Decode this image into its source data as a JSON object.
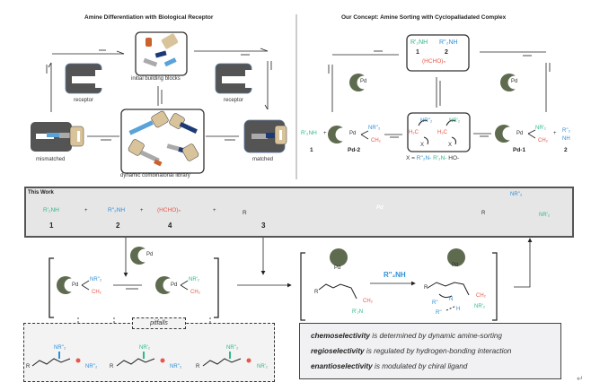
{
  "left_panel": {
    "title": "Amine Differentiation with Biological Receptor",
    "initial_label": "initial building blocks",
    "receptor_left_label": "receptor",
    "receptor_right_label": "receptor",
    "mismatched_label": "mismatched",
    "matched_label": "matched",
    "library_label": "dynamic combinatorial library"
  },
  "right_panel": {
    "title": "Our Concept: Amine Sorting with Cyclopalladated Complex",
    "box_amine1": "R'₂NH",
    "box_amine2": "R''₂NH",
    "box_num1": "1",
    "box_num2": "2",
    "box_hcho": "(HCHO)ₙ",
    "pd_label": "Pd",
    "left_amine": "R'₂NH",
    "left_amine_num": "1",
    "left_plus": "+",
    "pd2_label": "Pd-2",
    "pd1_label": "Pd-1",
    "nr_blue": "NR''₂",
    "nr_green": "NR'₂",
    "ch2": "CH₂",
    "h2c": "H₂C",
    "x_label": "X",
    "x_def_prefix": "X = ",
    "x_def_a": "R''₂N-",
    "x_def_b": "R'₂N-",
    "x_def_c": "HO-",
    "right_plus": "+",
    "right_amine_top": "R''₂",
    "right_amine_bottom": "NH",
    "right_amine_num": "2"
  },
  "this_work": {
    "heading": "This Work",
    "reagents": [
      {
        "formula": "R'₂NH",
        "num": "1",
        "color": "green"
      },
      {
        "formula": "R''₂NH",
        "num": "2",
        "color": "blue"
      },
      {
        "formula": "(HCHO)ₙ",
        "num": "4",
        "color": "red"
      },
      {
        "formula": "R",
        "num": "3",
        "color": "dark"
      }
    ],
    "plus": "+",
    "catalyst": "Pd",
    "product_r": "R",
    "product_nr_blue": "NR''₂",
    "product_nr_green": "NR'₂"
  },
  "mechanism": {
    "pd_label": "Pd",
    "nr_blue": "NR''₂",
    "nr_green": "NR'₂",
    "ch2": "CH₂",
    "pitfalls_label": "pitfalls",
    "pitfall_products": [
      {
        "r": "R",
        "top": "NR''₂",
        "bottom": "NR''₂"
      },
      {
        "r": "R",
        "top": "NR'₂",
        "bottom": "NR''₂"
      },
      {
        "r": "R",
        "top": "NR''₂",
        "bottom": "NR'₂"
      }
    ],
    "reagent_arrow_label": "R''₂NH",
    "allyl_r": "R",
    "allyl_ch2": "CH₂",
    "allyl_n_green": "R'₂N",
    "allyl_nr_green": "NR'₂",
    "hb_r1": "R''",
    "hb_r2": "R''",
    "hb_n": "N",
    "hb_h": "H"
  },
  "selectivity": [
    {
      "term": "chemoselectivity",
      "rest": "is determined by dynamic amine-sorting"
    },
    {
      "term": "regioselectivity",
      "rest": "is regulated by hydrogen-bonding interaction"
    },
    {
      "term": "enantioselectivity",
      "rest": "is modulated by chiral ligand"
    }
  ],
  "paragraph_mark": "↵",
  "colors": {
    "green": "#2fb88a",
    "blue": "#2f8fd6",
    "red": "#e8584a",
    "pd_olive": "#5e6b4f",
    "key_tan": "#d9c39a",
    "receptor_gray": "#545454",
    "navy": "#1c3a78",
    "light_blue": "#5aa2d8",
    "orange": "#c9622c"
  }
}
